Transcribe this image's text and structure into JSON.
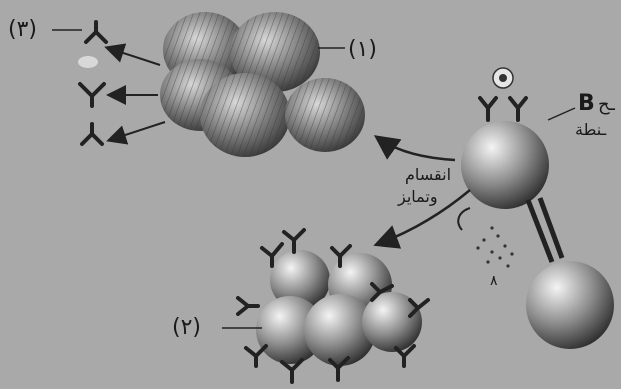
{
  "labels": {
    "label_1": "(١)",
    "label_2": "(٢)",
    "label_3": "(٣)",
    "b_letter": "B",
    "b_cell_line1": "ـح",
    "b_cell_line2": "ـنطة",
    "division_line1": "انقسام",
    "division_line2": "وتمايز",
    "signal_mark": "٨"
  },
  "colors": {
    "background": "#a9a9a9",
    "cell_light": "#f2f2f2",
    "cell_dark": "#3a3a3a",
    "antibody": "#222222",
    "arrow": "#222222"
  }
}
